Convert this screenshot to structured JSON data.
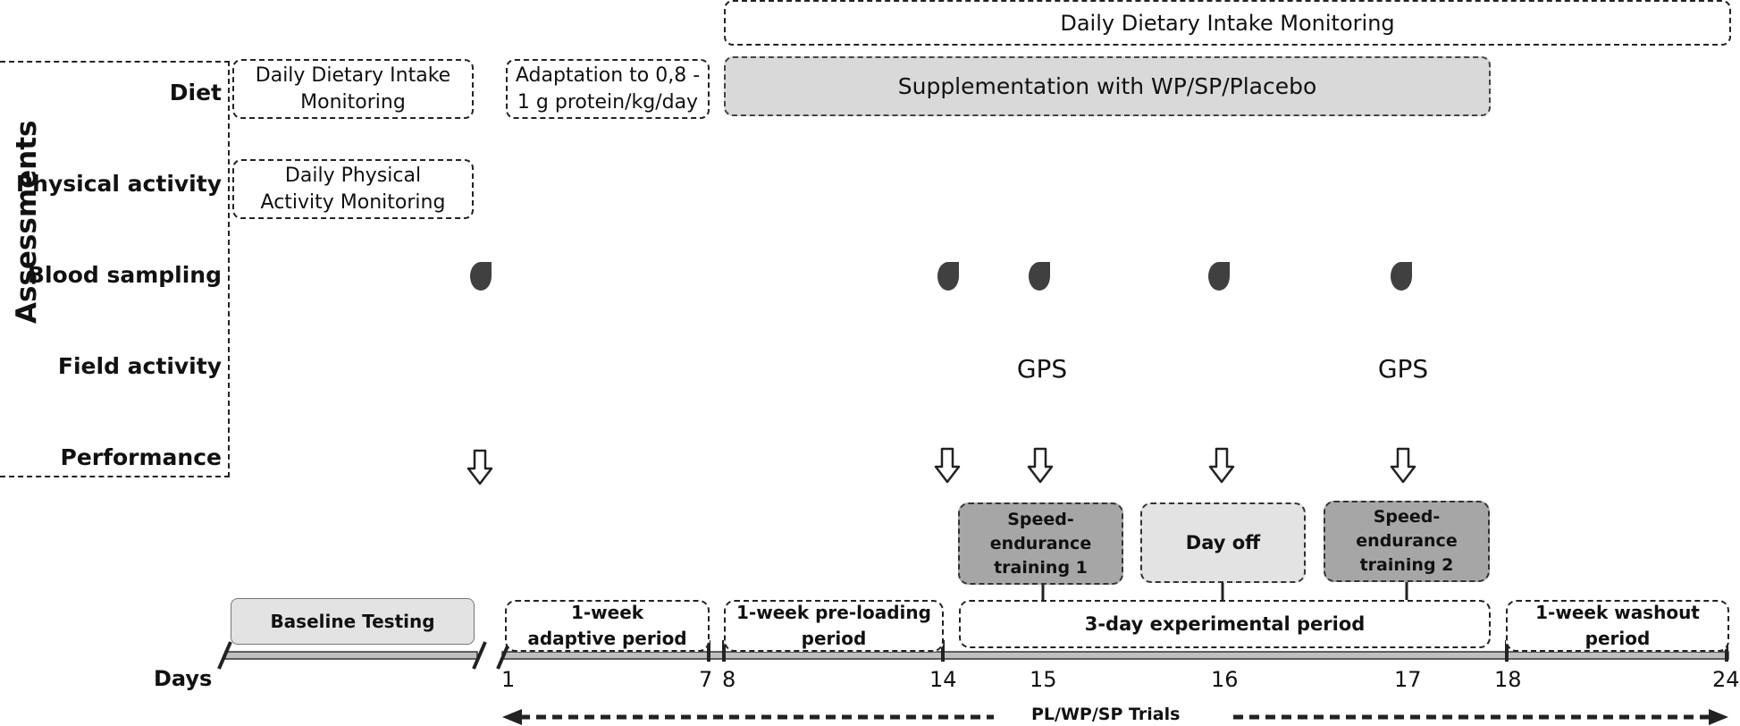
{
  "assessments": {
    "title": "Assessments",
    "rows": {
      "diet": "Diet",
      "physical_activity": "Physical activity",
      "blood_sampling": "Blood sampling",
      "field_activity": "Field activity",
      "performance": "Performance"
    }
  },
  "boxes": {
    "daily_dietary_top": "Daily Dietary Intake Monitoring",
    "daily_dietary_left": "Daily Dietary Intake Monitoring",
    "adaptation": "Adaptation to 0,8 - 1 g protein/kg/day",
    "supplementation": "Supplementation with WP/SP/Placebo",
    "daily_physical": "Daily Physical Activity Monitoring",
    "speed_endurance_1": "Speed-endurance training 1",
    "day_off": "Day off",
    "speed_endurance_2": "Speed-endurance training 2",
    "baseline": "Baseline Testing",
    "adaptive_period": "1-week adaptive period",
    "preloading_period": "1-week pre-loading period",
    "experimental_period": "3-day experimental period",
    "washout_period": "1-week washout period"
  },
  "field_activity": {
    "gps_1": "GPS",
    "gps_2": "GPS"
  },
  "timeline": {
    "label": "Days",
    "days": [
      "1",
      "7",
      "8",
      "14",
      "15",
      "16",
      "17",
      "18",
      "24"
    ],
    "trials_label": "PL/WP/SP Trials"
  },
  "colors": {
    "dark_box": "#a6a6a6",
    "light_box": "#e3e3e3",
    "supplement_box": "#d9d9d9",
    "drop": "#404040"
  },
  "icons": {
    "blood": "blood-drop-icon",
    "performance": "down-arrow-icon"
  }
}
